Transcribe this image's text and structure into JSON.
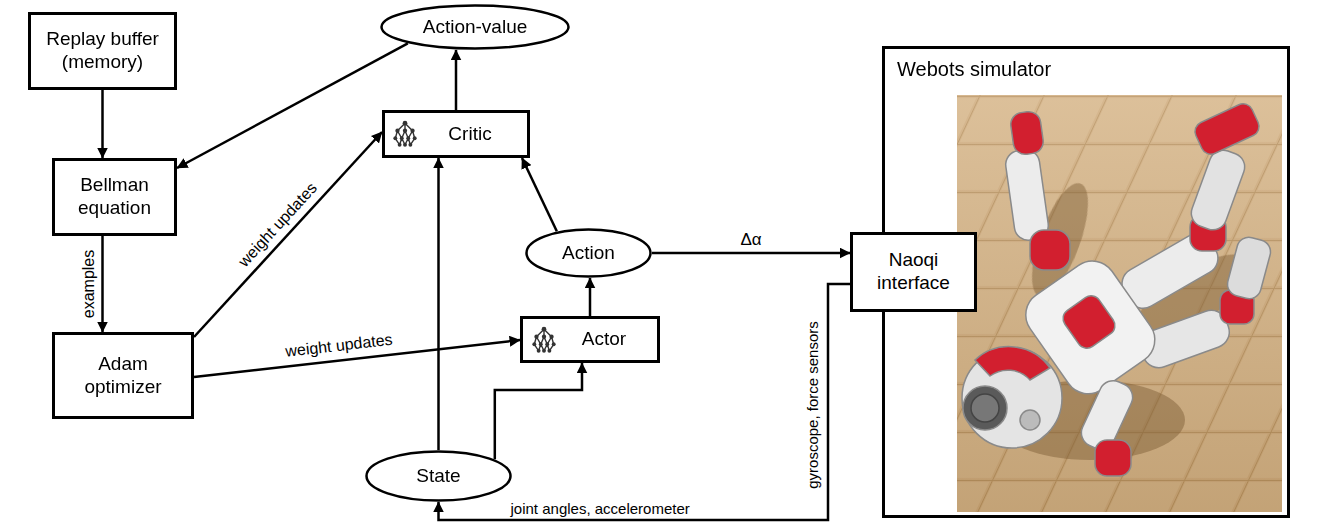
{
  "diagram": {
    "nodes": [
      {
        "text": [
          "Replay buffer (memory)"
        ]
      },
      {
        "text": [
          "Action-value"
        ]
      },
      {
        "text": [
          "Bellman equation"
        ]
      },
      {
        "text": [
          "Critic"
        ]
      },
      {
        "text": [
          "Action"
        ]
      },
      {
        "text": [
          "Webots simulator"
        ]
      },
      {
        "text": [
          "Naoqi interface"
        ]
      },
      {
        "text": [
          "Adam optimizer"
        ]
      },
      {
        "text": [
          "Actor"
        ]
      },
      {
        "text": [
          "State"
        ]
      }
    ],
    "edges": [
      {
        "from": 0,
        "to": 2,
        "arrow": "to"
      },
      {
        "from": 1,
        "to": 2,
        "arrow": "to"
      },
      {
        "from": 3,
        "to": 1,
        "arrow": "to"
      },
      {
        "from": 2,
        "to": 7,
        "label": "examples",
        "arrow": "to"
      },
      {
        "from": 7,
        "to": 3,
        "label": "weight updates",
        "arrow": "to"
      },
      {
        "from": 7,
        "to": 8,
        "label": "weight updates",
        "arrow": "to"
      },
      {
        "from": 9,
        "to": 3,
        "arrow": "to"
      },
      {
        "from": 9,
        "to": 8,
        "arrow": "to"
      },
      {
        "from": 4,
        "to": 3,
        "arrow": "to"
      },
      {
        "from": 8,
        "to": 4,
        "arrow": "to"
      },
      {
        "from": 4,
        "to": 6,
        "label": "Δα",
        "arrow": "to"
      },
      {
        "from": 6,
        "to": 9,
        "label": "joint angles, accelerometer",
        "arrow": "to"
      }
    ],
    "labels": [
      "gyroscope, force sensors"
    ]
  }
}
